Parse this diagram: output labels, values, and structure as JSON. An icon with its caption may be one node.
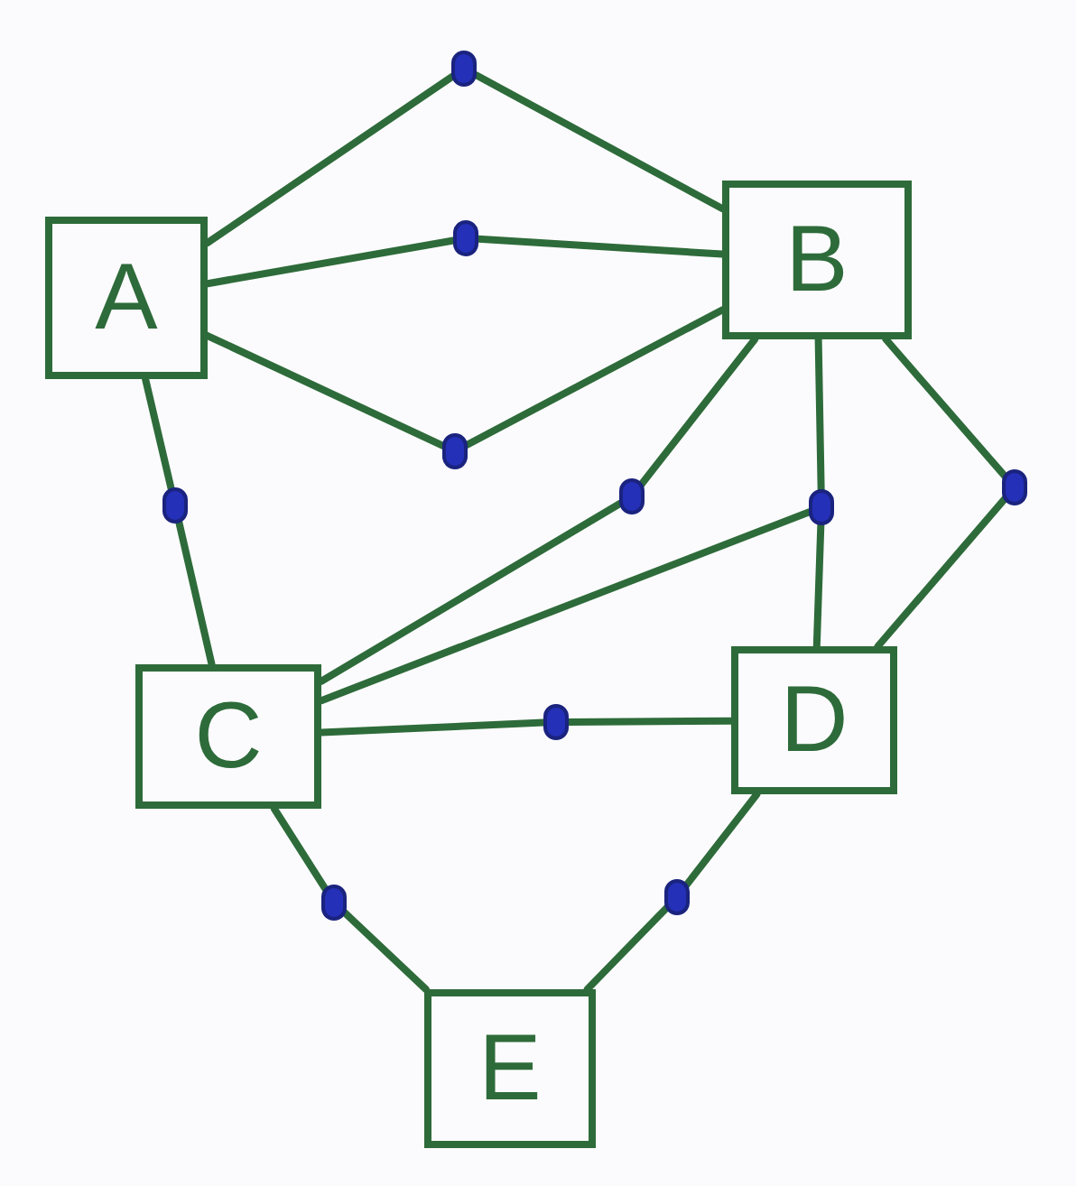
{
  "diagram": {
    "nodes": [
      {
        "text": [],
        "shape": "circle"
      },
      {
        "text": [
          "A"
        ]
      },
      {
        "text": [],
        "shape": "circle"
      },
      {
        "text": [
          "B"
        ]
      },
      {
        "text": [],
        "shape": "circle"
      },
      {
        "text": [],
        "shape": "circle"
      },
      {
        "text": [],
        "shape": "circle"
      },
      {
        "text": [],
        "shape": "circle"
      },
      {
        "text": [],
        "shape": "circle"
      },
      {
        "text": [
          "C"
        ]
      },
      {
        "text": [],
        "shape": "circle"
      },
      {
        "text": [
          "D"
        ]
      },
      {
        "text": [],
        "shape": "circle"
      },
      {
        "text": [],
        "shape": "circle"
      },
      {
        "text": [
          "E"
        ]
      }
    ],
    "edges": [
      {
        "from": 1,
        "to": 0,
        "arrow": "none"
      },
      {
        "from": 0,
        "to": 3,
        "arrow": "none"
      },
      {
        "from": 1,
        "to": 2,
        "arrow": "none"
      },
      {
        "from": 2,
        "to": 3,
        "arrow": "none"
      },
      {
        "from": 1,
        "to": 4,
        "arrow": "none"
      },
      {
        "from": 4,
        "to": 3,
        "arrow": "none"
      },
      {
        "from": 1,
        "to": 7,
        "arrow": "none"
      },
      {
        "from": 7,
        "to": 9,
        "arrow": "none"
      },
      {
        "from": 3,
        "to": 6,
        "arrow": "none"
      },
      {
        "from": 6,
        "to": 9,
        "arrow": "none"
      },
      {
        "from": 3,
        "to": 8,
        "arrow": "none"
      },
      {
        "from": 8,
        "to": 11,
        "arrow": "none"
      },
      {
        "from": 9,
        "to": 8,
        "arrow": "none"
      },
      {
        "from": 3,
        "to": 5,
        "arrow": "none"
      },
      {
        "from": 5,
        "to": 11,
        "arrow": "none"
      },
      {
        "from": 9,
        "to": 10,
        "arrow": "none"
      },
      {
        "from": 10,
        "to": 11,
        "arrow": "none"
      },
      {
        "from": 9,
        "to": 13,
        "arrow": "none"
      },
      {
        "from": 13,
        "to": 14,
        "arrow": "none"
      },
      {
        "from": 11,
        "to": 12,
        "arrow": "none"
      },
      {
        "from": 12,
        "to": 14,
        "arrow": "none"
      }
    ]
  }
}
